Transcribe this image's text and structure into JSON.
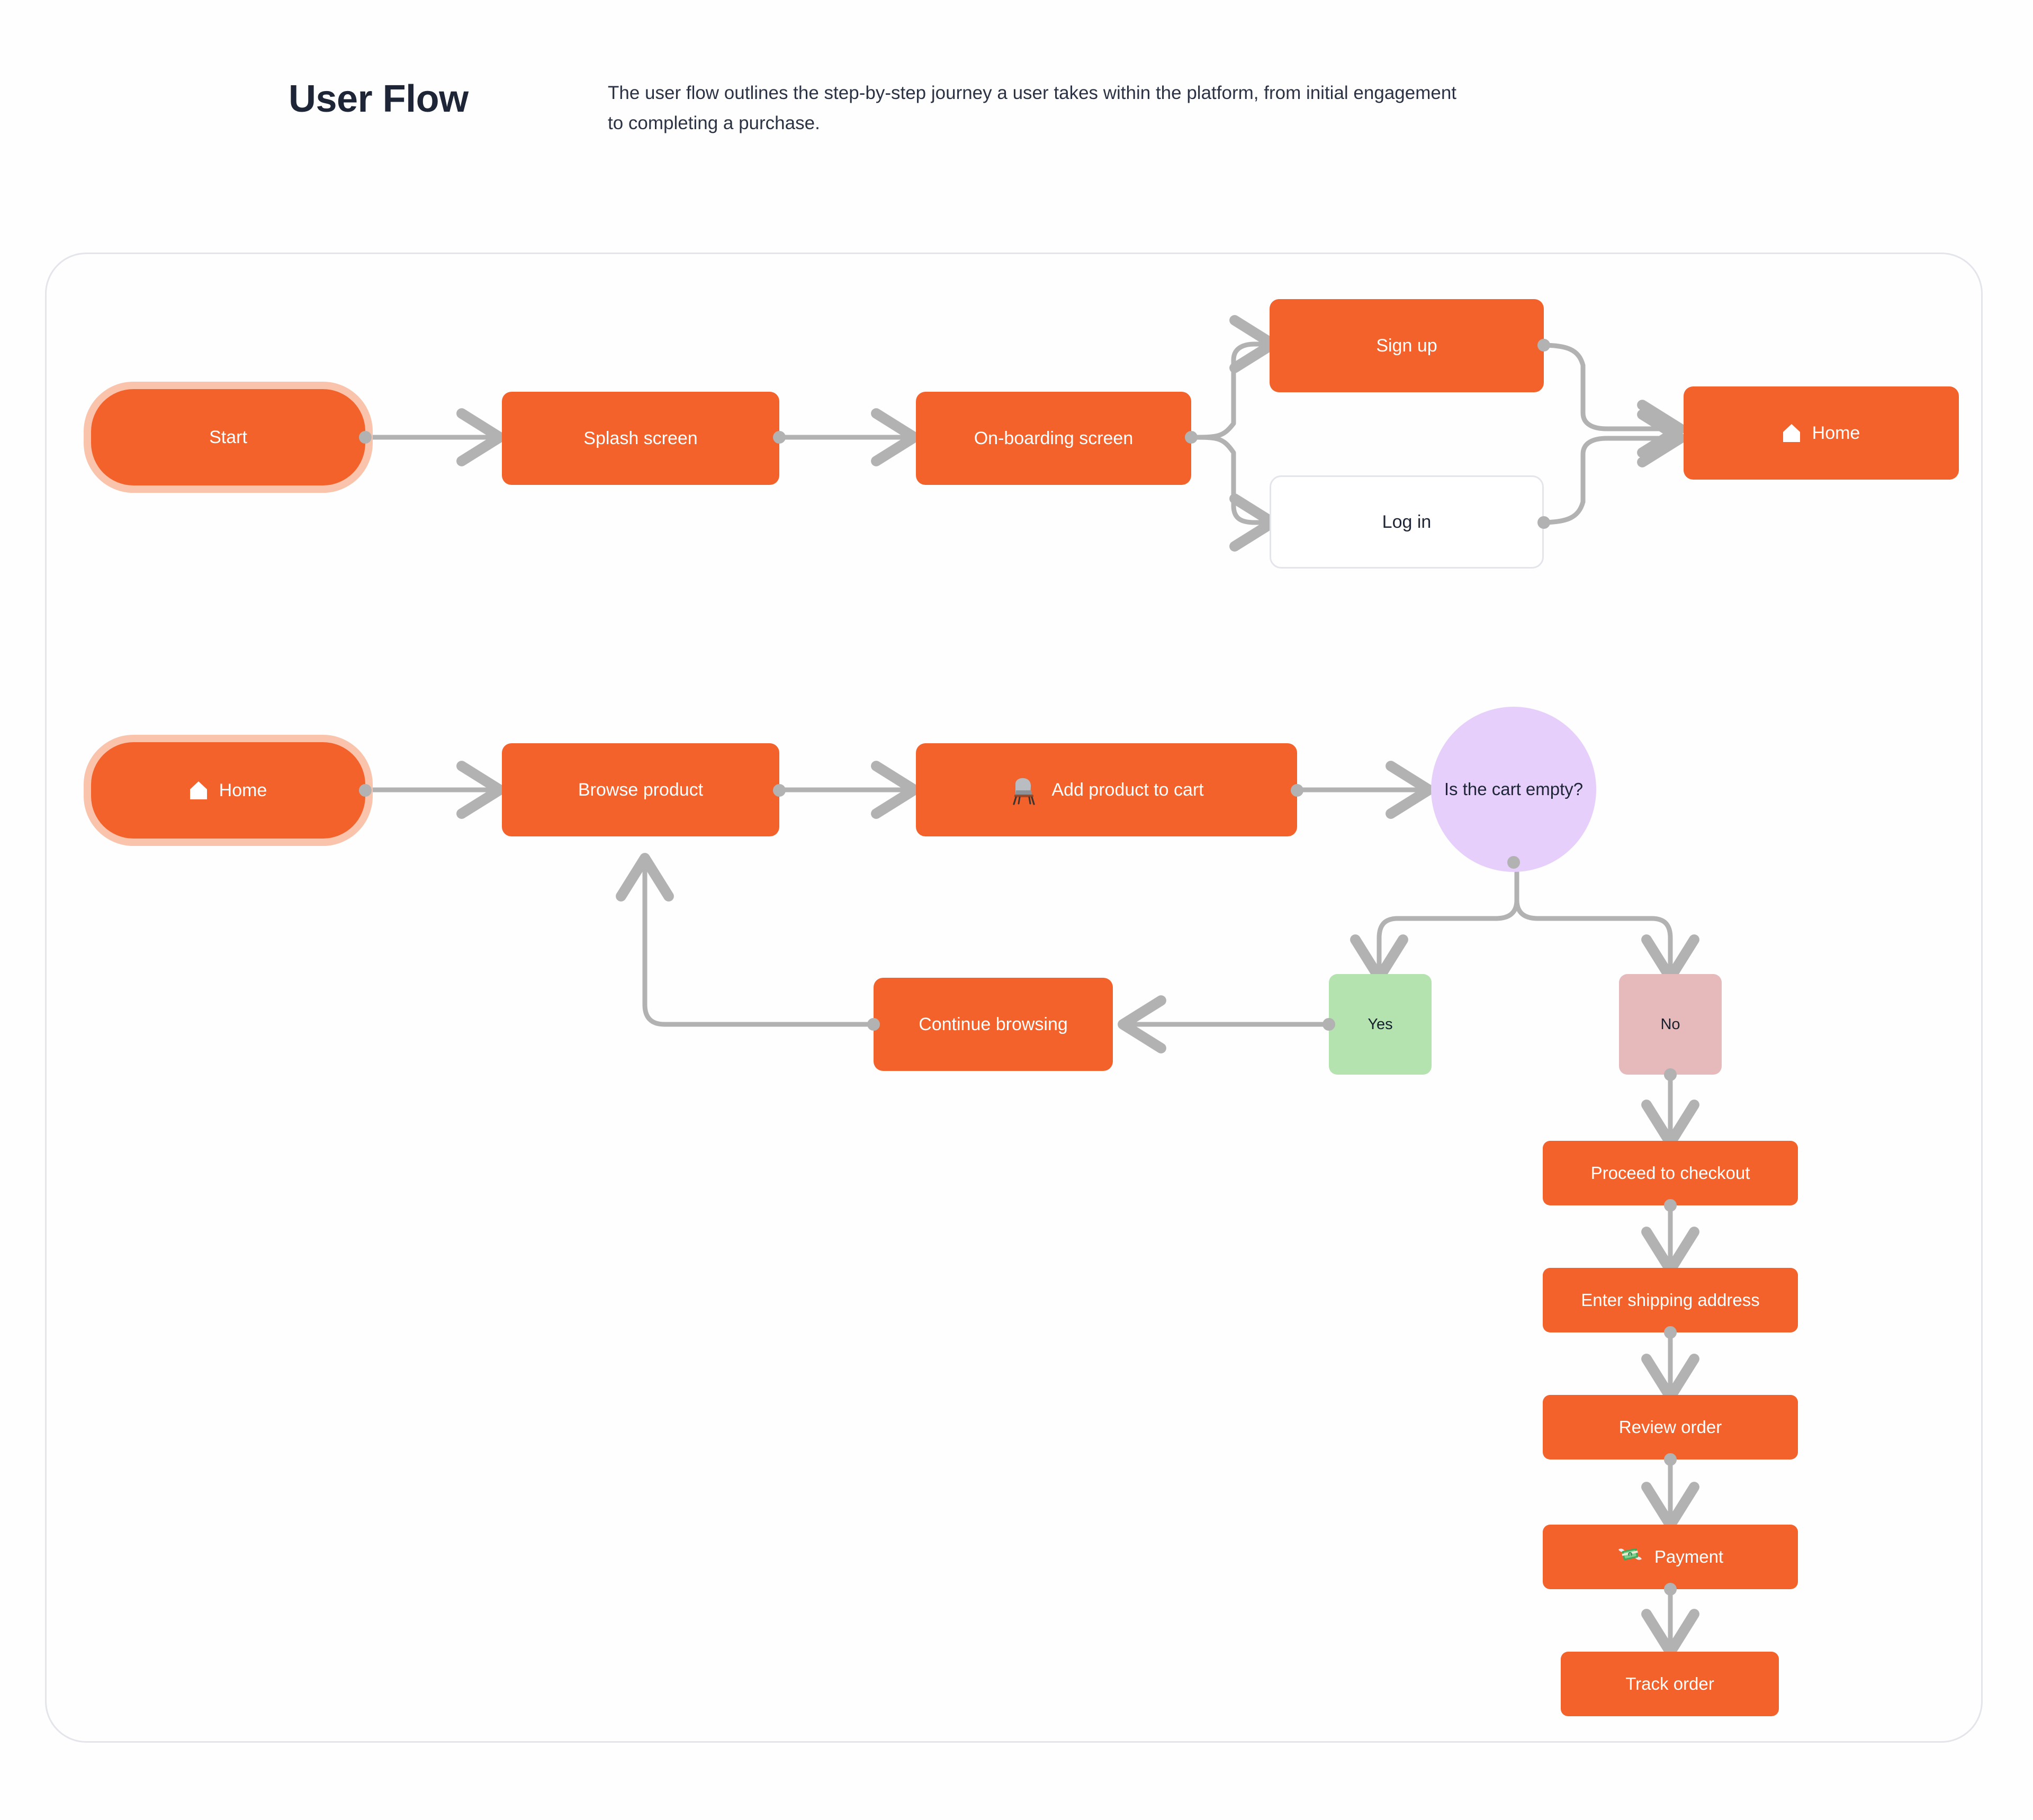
{
  "header": {
    "title": "User Flow",
    "description": "The user flow outlines the step-by-step journey a user takes within the platform, from initial engagement to completing a purchase."
  },
  "colors": {
    "node_orange": "#F4622C",
    "start_ring": "#FAC4AC",
    "decision_purple": "#E6CFFB",
    "yes_green": "#B4E3B0",
    "no_pink": "#E6B9BA",
    "edge_gray": "#b2b2b2",
    "card_border": "#e3e5ea",
    "title_navy": "#1d2536",
    "background": "#ffffff"
  },
  "flow": {
    "nodes": [
      {
        "id": "start",
        "label": "Start",
        "type": "start",
        "icon": null
      },
      {
        "id": "splash",
        "label": "Splash screen",
        "type": "process",
        "icon": null
      },
      {
        "id": "onboarding",
        "label": "On-boarding screen",
        "type": "process",
        "icon": null
      },
      {
        "id": "signup",
        "label": "Sign up",
        "type": "process",
        "icon": null
      },
      {
        "id": "login",
        "label": "Log in",
        "type": "outline",
        "icon": null
      },
      {
        "id": "home1",
        "label": "Home",
        "type": "process",
        "icon": "home-icon"
      },
      {
        "id": "home2",
        "label": "Home",
        "type": "start",
        "icon": "home-icon"
      },
      {
        "id": "browse",
        "label": "Browse product",
        "type": "process",
        "icon": null
      },
      {
        "id": "addcart",
        "label": "Add product to cart",
        "type": "process",
        "icon": "chair-emoji"
      },
      {
        "id": "cartempty",
        "label": "Is the cart empty?",
        "type": "decision",
        "icon": null
      },
      {
        "id": "yes",
        "label": "Yes",
        "type": "yes",
        "icon": null
      },
      {
        "id": "no",
        "label": "No",
        "type": "no",
        "icon": null
      },
      {
        "id": "continuebrowsing",
        "label": "Continue browsing",
        "type": "process",
        "icon": null
      },
      {
        "id": "checkout",
        "label": "Proceed to checkout",
        "type": "process",
        "icon": null
      },
      {
        "id": "shipping",
        "label": "Enter shipping address",
        "type": "process",
        "icon": null
      },
      {
        "id": "review",
        "label": "Review order",
        "type": "process",
        "icon": null
      },
      {
        "id": "payment",
        "label": "Payment",
        "type": "process",
        "icon": "money-wings-emoji"
      },
      {
        "id": "track",
        "label": "Track order",
        "type": "process",
        "icon": null
      }
    ],
    "edges": [
      {
        "from": "start",
        "to": "splash"
      },
      {
        "from": "splash",
        "to": "onboarding"
      },
      {
        "from": "onboarding",
        "to": "signup"
      },
      {
        "from": "onboarding",
        "to": "login"
      },
      {
        "from": "signup",
        "to": "home1"
      },
      {
        "from": "login",
        "to": "home1"
      },
      {
        "from": "home2",
        "to": "browse"
      },
      {
        "from": "browse",
        "to": "addcart"
      },
      {
        "from": "addcart",
        "to": "cartempty"
      },
      {
        "from": "cartempty",
        "to": "yes"
      },
      {
        "from": "cartempty",
        "to": "no"
      },
      {
        "from": "yes",
        "to": "continuebrowsing"
      },
      {
        "from": "continuebrowsing",
        "to": "browse"
      },
      {
        "from": "no",
        "to": "checkout"
      },
      {
        "from": "checkout",
        "to": "shipping"
      },
      {
        "from": "shipping",
        "to": "review"
      },
      {
        "from": "review",
        "to": "payment"
      },
      {
        "from": "payment",
        "to": "track"
      }
    ]
  }
}
